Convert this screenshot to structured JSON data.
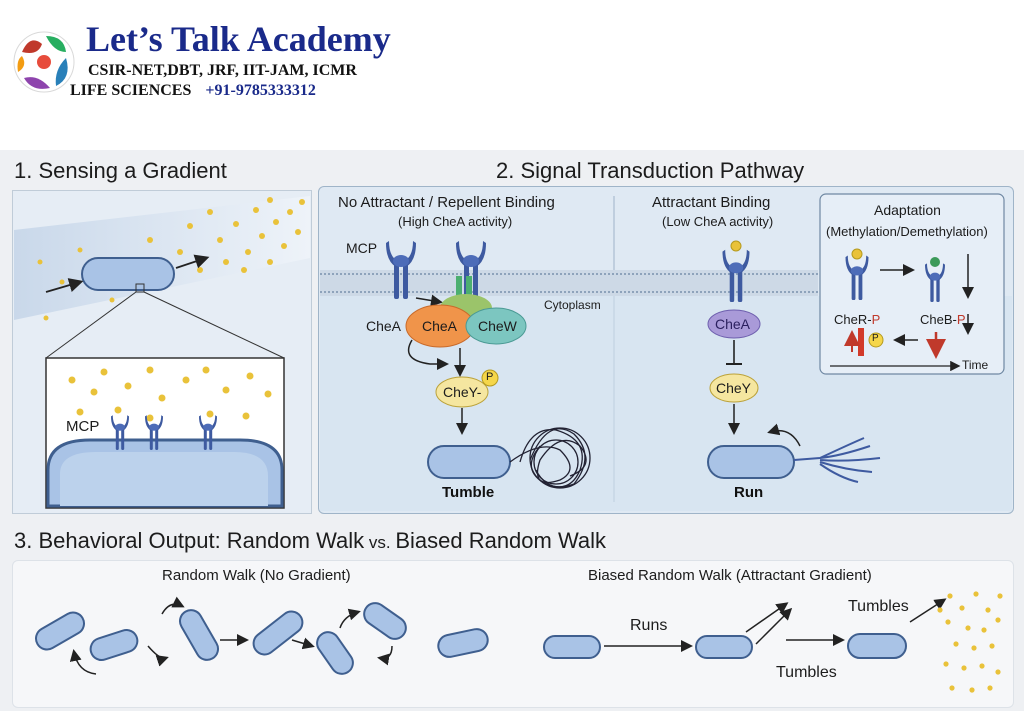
{
  "brand": {
    "title": "Let’s Talk Academy",
    "subtitle": "CSIR-NET,DBT, JRF, IIT-JAM, ICMR",
    "line3": "LIFE SCIENCES",
    "phone": "+91-9785333312"
  },
  "section1": {
    "heading": "1. Sensing a Gradient",
    "mcp_label": "MCP"
  },
  "section2": {
    "heading": "2. Signal Transduction Pathway",
    "left": {
      "title": "No Attractant / Repellent Binding",
      "subtitle": "(High CheA activity)",
      "mcp": "MCP",
      "cheA_outer": "CheA",
      "cheA": "CheA",
      "cheW": "CheW",
      "cytoplasm": "Cytoplasm",
      "cheY": "CheY-",
      "phospho": "P",
      "result": "Tumble"
    },
    "middle": {
      "title": "Attractant Binding",
      "subtitle": "(Low CheA activity)",
      "cheA": "CheA",
      "cheY": "CheY",
      "result": "Run"
    },
    "adaptation": {
      "title": "Adaptation",
      "subtitle": "(Methylation/Demethylation)",
      "cheR": "CheR-",
      "cheB": "CheB-",
      "phospho": "P",
      "time": "Time"
    }
  },
  "section3": {
    "heading_prefix": "3. Behavioral Output: ",
    "heading_a": "Random Walk",
    "heading_vs": " vs. ",
    "heading_b": "Biased Random Walk",
    "random_title": "Random Walk (No Gradient)",
    "biased_title": "Biased Random Walk (Attractant Gradient)",
    "runs": "Runs",
    "tumbles_top": "Tumbles",
    "tumbles_bottom": "Tumbles"
  },
  "colors": {
    "cell_fill": "#a9c3e6",
    "cell_stroke": "#3f5f8f",
    "receptor": "#3e5aa0",
    "ligand": "#e9c23a",
    "cheA": "#f0944a",
    "cheW": "#7cc6c0",
    "cheY": "#f5e6a0",
    "cheA_low": "#a99ad8",
    "cheR_bar": "#d23a2a"
  }
}
